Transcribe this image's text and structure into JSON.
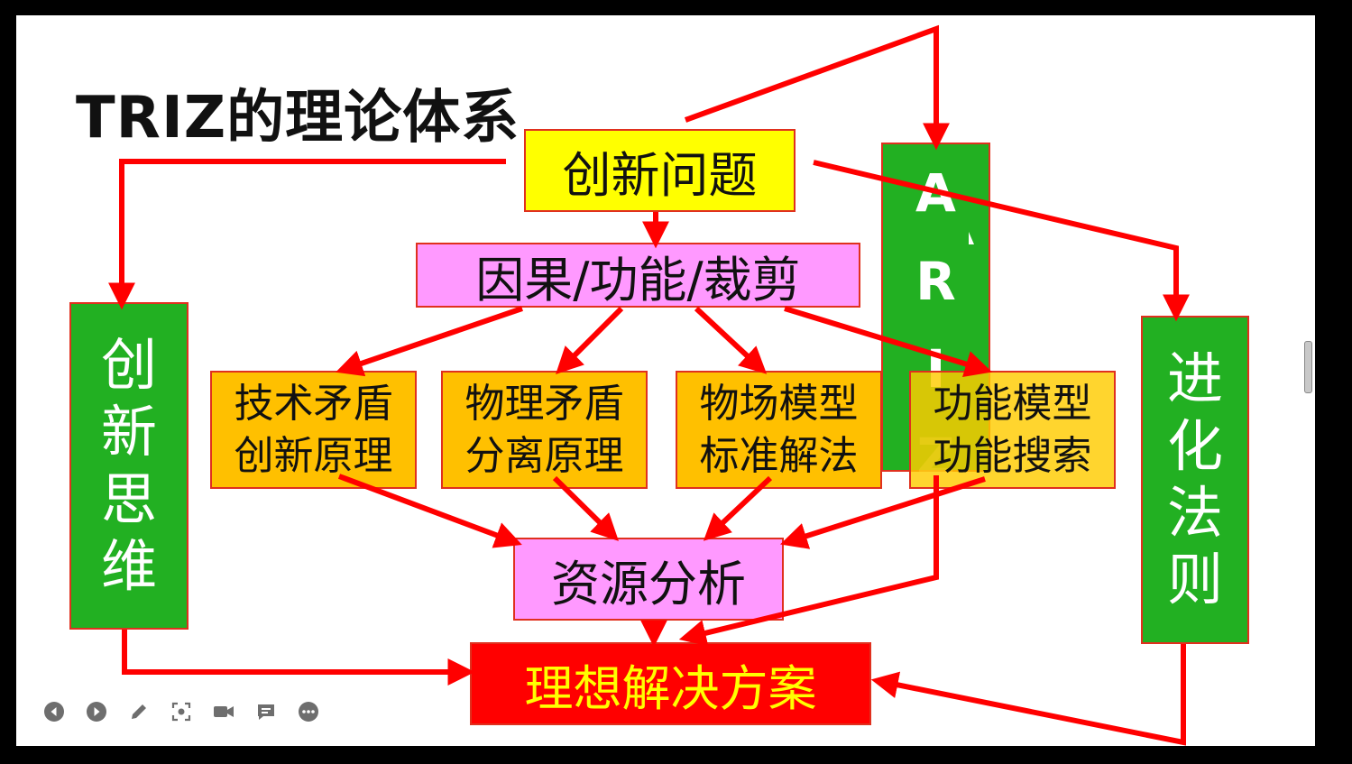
{
  "slide": {
    "title": "TRIZ的理论体系"
  },
  "nodes": {
    "innovation_problem": "创新问题",
    "causal": "因果/功能/裁剪",
    "tech_contradiction": [
      "技术矛盾",
      "创新原理"
    ],
    "phys_contradiction": [
      "物理矛盾",
      "分离原理"
    ],
    "substance_field": [
      "物场模型",
      "标准解法"
    ],
    "function_model": [
      "功能模型",
      "功能搜索"
    ],
    "resource_analysis": "资源分析",
    "ideal_solution": "理想解决方案",
    "innovative_thinking": [
      "创",
      "新",
      "思",
      "维"
    ],
    "evolution_laws": [
      "进",
      "化",
      "法",
      "则"
    ],
    "ariz": [
      "A",
      "R",
      "I",
      "Z"
    ]
  },
  "colors": {
    "arrow": "#ff0000",
    "yellow": "#ffff00",
    "pink": "#ff99ff",
    "orange": "#ffc000",
    "green": "#22b022",
    "red": "#ff0000"
  },
  "toolbar": {
    "icons": [
      "previous-icon",
      "next-icon",
      "pen-icon",
      "screenshot-icon",
      "camera-icon",
      "comment-icon",
      "more-icon"
    ]
  }
}
